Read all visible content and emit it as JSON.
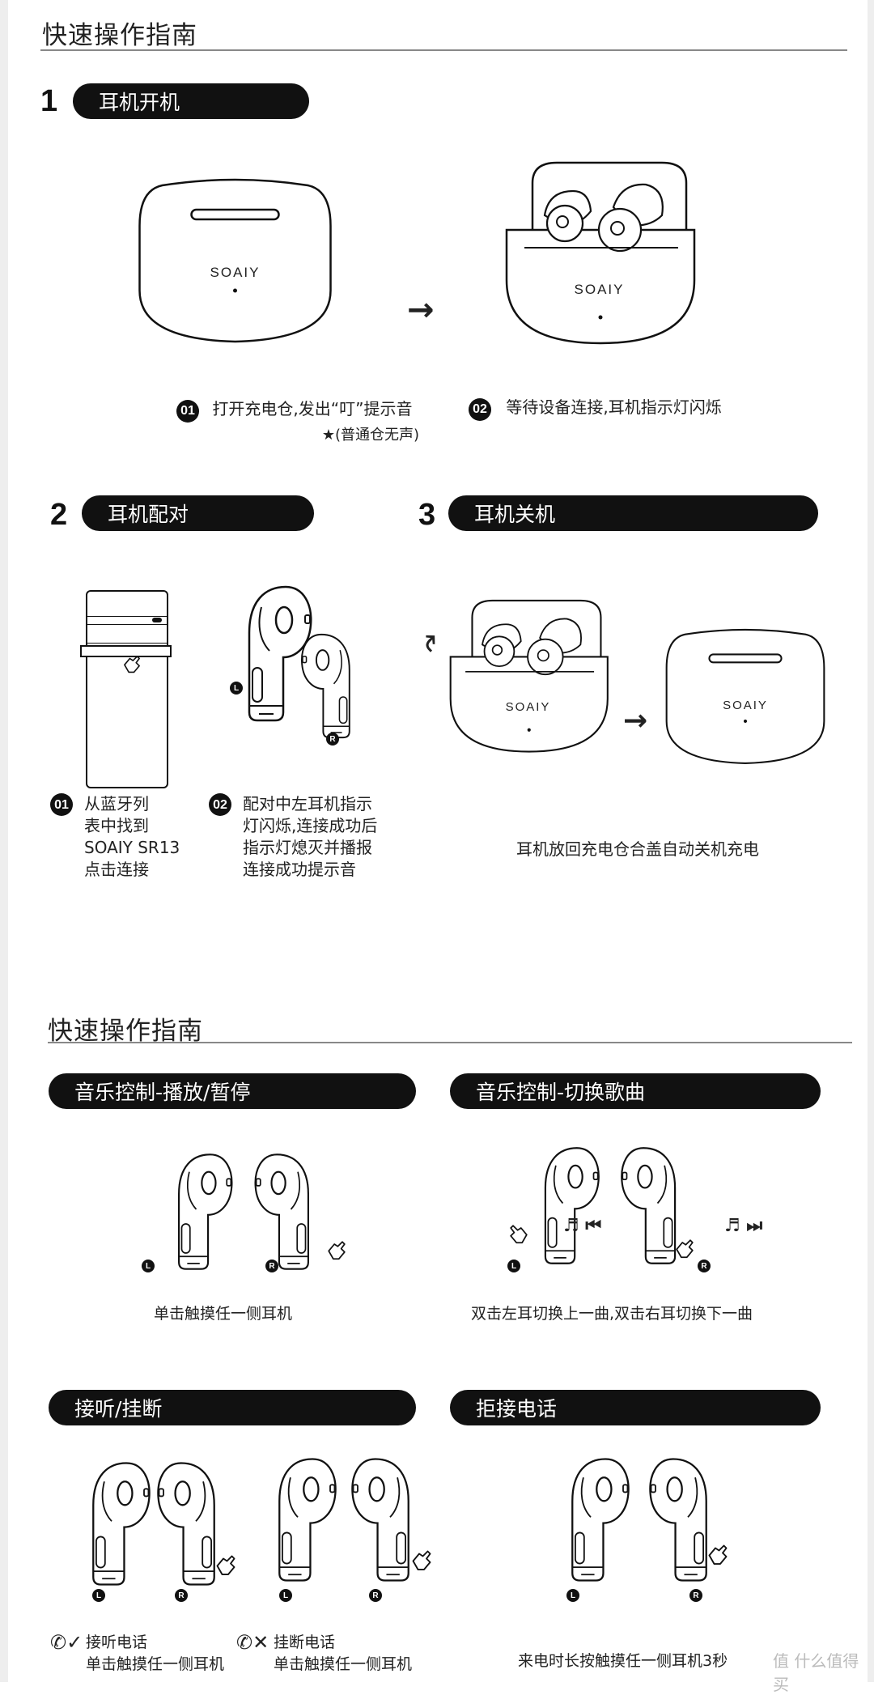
{
  "guide1": {
    "title": "快速操作指南",
    "section1": {
      "number": "1",
      "title": "耳机开机",
      "brand": "SOAIY",
      "step1": {
        "badge": "01",
        "text": "打开充电仓,发出“叮”提示音",
        "note": "★(普通仓无声)"
      },
      "step2": {
        "badge": "02",
        "text": "等待设备连接,耳机指示灯闪烁"
      }
    },
    "section2": {
      "number": "2",
      "title": "耳机配对",
      "step1": {
        "badge": "01",
        "lines": [
          "从蓝牙列",
          "表中找到",
          "SOAIY SR13",
          "点击连接"
        ]
      },
      "step2": {
        "badge": "02",
        "lines": [
          "配对中左耳机指示",
          "灯闪烁,连接成功后",
          "指示灯熄灭并播报",
          "连接成功提示音"
        ]
      },
      "left_label": "L",
      "right_label": "R"
    },
    "section3": {
      "number": "3",
      "title": "耳机关机",
      "brand": "SOAIY",
      "caption": "耳机放回充电仓合盖自动关机充电"
    }
  },
  "guide2": {
    "title": "快速操作指南",
    "play_pause": {
      "title": "音乐控制-播放/暂停",
      "caption": "单击触摸任一侧耳机"
    },
    "switch_song": {
      "title": "音乐控制-切换歌曲",
      "caption": "双击左耳切换上一曲,双击右耳切换下一曲"
    },
    "answer_hangup": {
      "title": "接听/挂断",
      "answer": {
        "title": "接听电话",
        "desc": "单击触摸任一侧耳机"
      },
      "hangup": {
        "title": "挂断电话",
        "desc": "单击触摸任一侧耳机"
      }
    },
    "reject": {
      "title": "拒接电话",
      "caption": "来电时长按触摸任一侧耳机3秒"
    },
    "left_label": "L",
    "right_label": "R"
  },
  "watermark": "值 什么值得买"
}
